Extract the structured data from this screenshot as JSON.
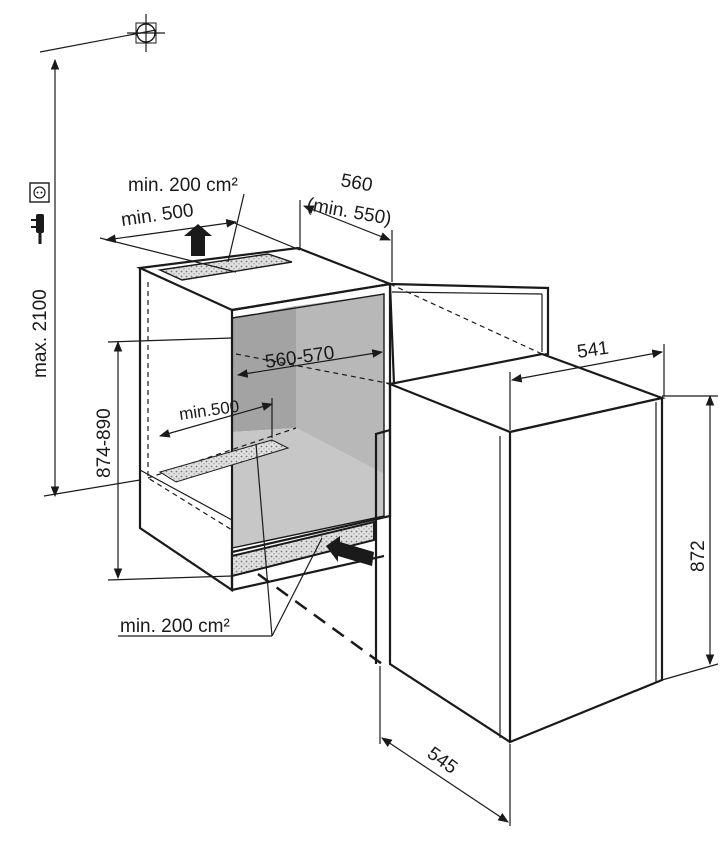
{
  "dimensions": {
    "width_top": "560",
    "width_top_min": "(min. 550)",
    "vent_area_top": "min. 200 cm²",
    "vent_depth_top": "min. 500",
    "socket_height": "max. 2100",
    "niche_width": "560-570",
    "niche_height": "874-890",
    "vent_depth_bottom": "min.500",
    "vent_area_bottom": "min. 200 cm²",
    "appliance_width": "541",
    "appliance_height": "872",
    "appliance_depth": "545"
  },
  "icons": {
    "wall_socket": "socket-icon",
    "plug": "plug-icon",
    "crosshair": "crosshair-icon",
    "air_flow": "air-flow-arrow"
  },
  "colors": {
    "line": "#1a1a1a",
    "niche_interior": "#b3b3b3",
    "niche_back": "#a3a3a3",
    "vent_hatch": "#cfcfcf"
  }
}
